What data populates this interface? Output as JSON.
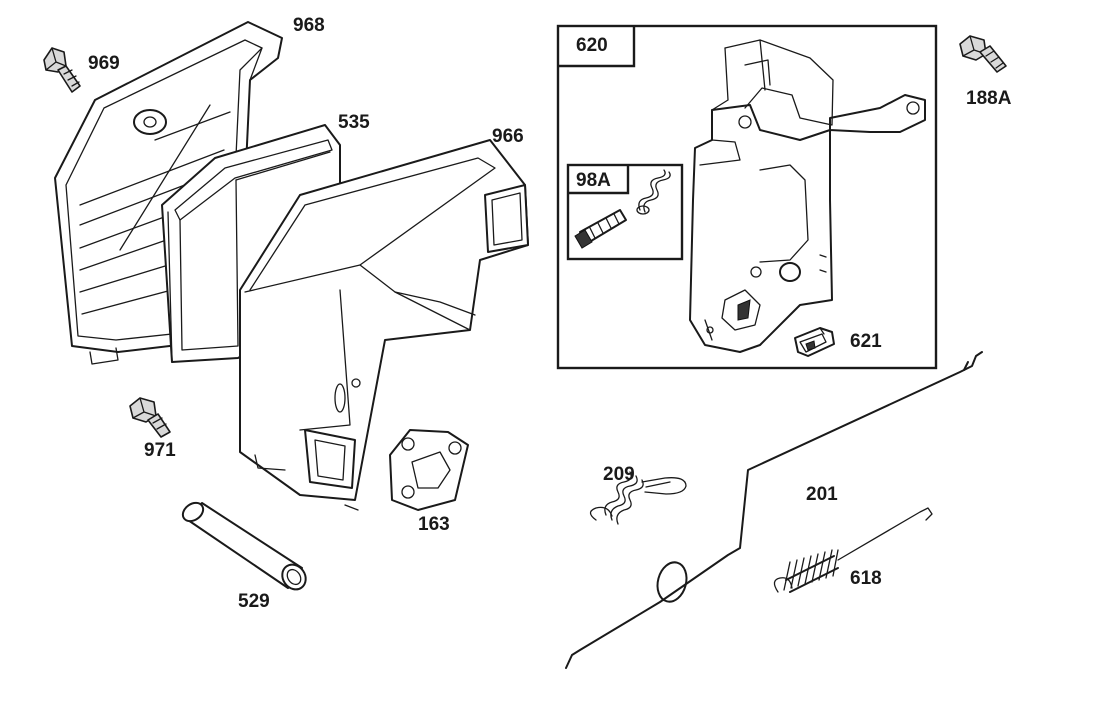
{
  "part_labels": {
    "p968": "968",
    "p969": "969",
    "p535": "535",
    "p966": "966",
    "p620": "620",
    "p98a": "98A",
    "p188a": "188A",
    "p621": "621",
    "p971": "971",
    "p163": "163",
    "p529": "529",
    "p209": "209",
    "p201": "201",
    "p618": "618"
  }
}
